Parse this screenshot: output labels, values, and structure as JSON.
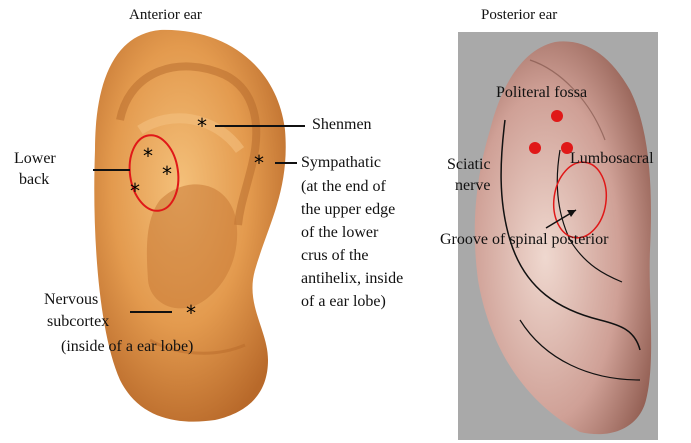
{
  "panels": {
    "left": {
      "title": "Anterior ear"
    },
    "right": {
      "title": "Posterior ear"
    }
  },
  "labels": {
    "shenmen": "Shenmen",
    "lower_back_1": "Lower",
    "lower_back_2": "back",
    "sympathetic": "Sympathatic",
    "sympathetic_note": [
      "(at the end of",
      "the upper edge",
      "of the lower",
      "crus of the",
      "antihelix, inside",
      "of a ear lobe)"
    ],
    "nervous_1": "Nervous",
    "nervous_2": "subcortex",
    "nervous_note": "(inside of a ear lobe)",
    "politeral": "Politeral fossa",
    "sciatic_1": "Sciatic",
    "sciatic_2": "nerve",
    "lumbosacral": "Lumbosacral",
    "groove": "Groove of spinal posterior"
  },
  "colors": {
    "ear_skin": "#e8a55a",
    "ear_shadow": "#b86a2a",
    "posterior_bg": "#a9a9a9",
    "posterior_skin": "#c99a90",
    "marker_red": "#e01818"
  }
}
